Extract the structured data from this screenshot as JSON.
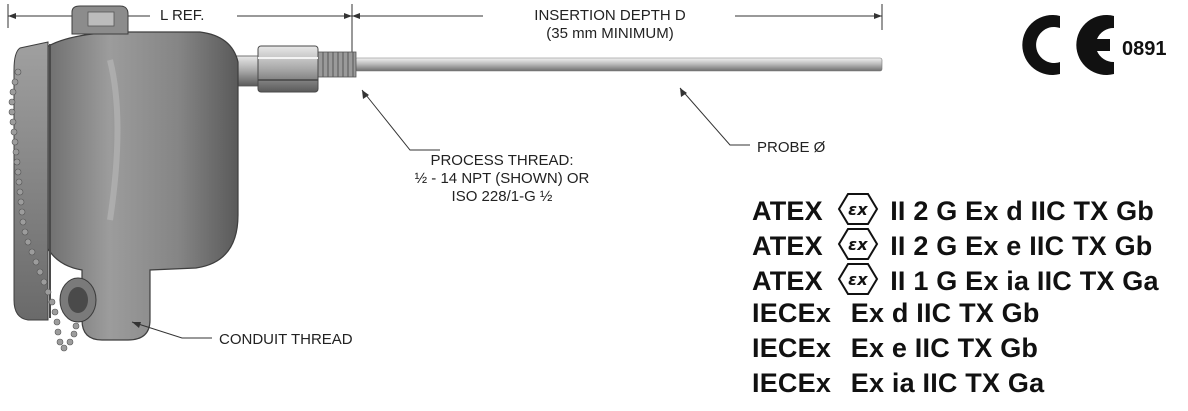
{
  "dimensions": {
    "l_ref": "L REF.",
    "insertion_depth_line1": "INSERTION DEPTH D",
    "insertion_depth_line2": "(35 mm MINIMUM)"
  },
  "callouts": {
    "process_thread_line1": "PROCESS THREAD:",
    "process_thread_line2": "½ - 14 NPT (SHOWN) OR",
    "process_thread_line3": "ISO 228/1-G ½",
    "probe_diameter": "PROBE Ø",
    "conduit_thread": "CONDUIT THREAD"
  },
  "ce_mark": {
    "number": "0891"
  },
  "certifications": [
    {
      "scheme": "ATEX",
      "symbol": "ex-hexagon-icon",
      "marking": "II 2 G Ex d IIC TX Gb"
    },
    {
      "scheme": "ATEX",
      "symbol": "ex-hexagon-icon",
      "marking": "II 2 G Ex e IIC TX Gb"
    },
    {
      "scheme": "ATEX",
      "symbol": "ex-hexagon-icon",
      "marking": "II 1 G Ex ia IIC TX Ga"
    },
    {
      "scheme": "IECEx",
      "marking": "Ex d IIC TX Gb"
    },
    {
      "scheme": "IECEx",
      "marking": "Ex e IIC TX Gb"
    },
    {
      "scheme": "IECEx",
      "marking": "Ex ia IIC TX Ga"
    }
  ]
}
